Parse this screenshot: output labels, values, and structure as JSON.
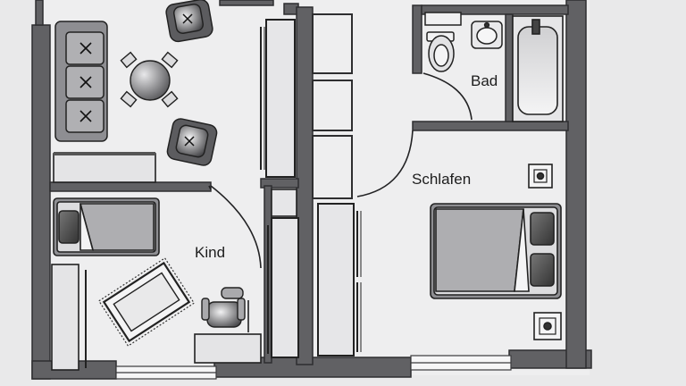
{
  "rooms": {
    "bad": "Bad",
    "schlafen": "Schlafen",
    "kind": "Kind"
  },
  "colors": {
    "paper": "#ececed",
    "wall": "#5f5f62",
    "wall_edge": "#2e2e30",
    "furniture": "#d6d6d8",
    "furniture_dark": "#8f8f93",
    "ink": "#222224"
  },
  "icons": [
    "sofa-icon",
    "round-table-icon",
    "armchair-icon",
    "bed-icon",
    "toilet-icon",
    "washbasin-icon",
    "bathtub-icon",
    "desk-chair-icon",
    "rug-icon",
    "plant-icon"
  ]
}
